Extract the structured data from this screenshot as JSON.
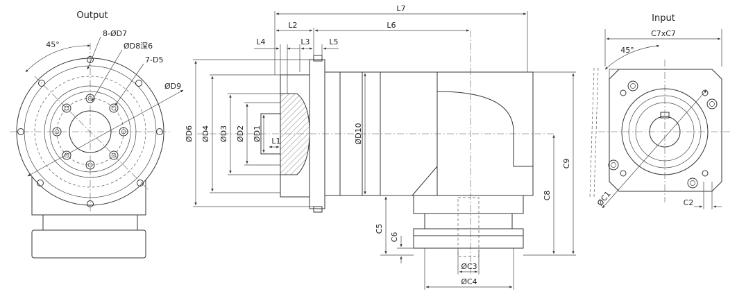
{
  "views": {
    "output": {
      "title": "Output",
      "labels": {
        "angle": "45°",
        "holes_d7": "8-ØD7",
        "holes_d8": "ØD8深6",
        "holes_d5": "7-D5",
        "dia_d9": "ØD9"
      }
    },
    "side": {
      "labels": {
        "l7": "L7",
        "l2": "L2",
        "l6": "L6",
        "l4": "L4",
        "l3": "L3",
        "l5": "L5",
        "l1": "L1",
        "d6": "ØD6",
        "d4": "ØD4",
        "d3": "ØD3",
        "d2": "ØD2",
        "d1": "ØD1",
        "d10": "ØD10",
        "c9": "C9",
        "c8": "C8",
        "c5": "C5",
        "c6": "C6",
        "c3": "ØC3",
        "c4": "ØC4"
      }
    },
    "input": {
      "title": "Input",
      "labels": {
        "c7": "C7xC7",
        "angle": "45°",
        "c1": "ØC1",
        "c2": "C2"
      }
    }
  },
  "colors": {
    "line": "#333333",
    "hatch": "#555555",
    "background": "#ffffff"
  }
}
